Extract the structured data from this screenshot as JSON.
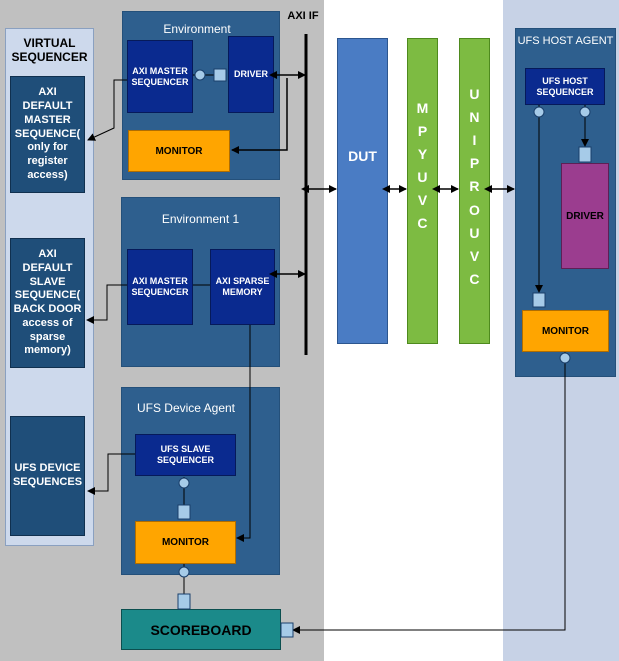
{
  "virtual_sequencer": {
    "title": "VIRTUAL SEQUENCER",
    "axi_default_master_sequence": "AXI DEFAULT MASTER SEQUENCE( only for register access)",
    "axi_default_slave_sequence": "AXI DEFAULT SLAVE SEQUENCE( BACK DOOR access of sparse memory)",
    "ufs_device_sequences": "UFS DEVICE SEQUENCES"
  },
  "environment": {
    "title": "Environment",
    "axi_master_sequencer": "AXI MASTER SEQUENCER",
    "driver": "DRIVER",
    "monitor": "MONITOR"
  },
  "environment1": {
    "title": "Environment 1",
    "axi_master_sequencer": "AXI MASTER SEQUENCER",
    "axi_sparse_memory": "AXI SPARSE MEMORY"
  },
  "ufs_device_agent": {
    "title": "UFS Device Agent",
    "ufs_slave_sequencer": "UFS SLAVE SEQUENCER",
    "monitor": "MONITOR"
  },
  "scoreboard": "SCOREBOARD",
  "axi_if": "AXI IF",
  "dut": "DUT",
  "mpy_uvc": [
    "M",
    "P",
    "Y",
    "U",
    "V",
    "C"
  ],
  "unipro_uvc": [
    "U",
    "N",
    "I",
    "P",
    "R",
    "O",
    "U",
    "V",
    "C"
  ],
  "ufs_host_agent": {
    "title": "UFS HOST AGENT",
    "ufs_host_sequencer": "UFS HOST SEQUENCER",
    "driver": "DRIVER",
    "monitor": "MONITOR"
  },
  "colors": {
    "gray_bg": "#c0c0c0",
    "host_bg": "#c7d2e6",
    "panel": "#2e5f8e",
    "navy": "#0a2a8f",
    "orange": "#ffa500",
    "dut": "#4a7cc4",
    "uvc_green": "#7dbb42",
    "driver_purple": "#9b3d8f",
    "scoreboard_teal": "#1b8a8a"
  }
}
